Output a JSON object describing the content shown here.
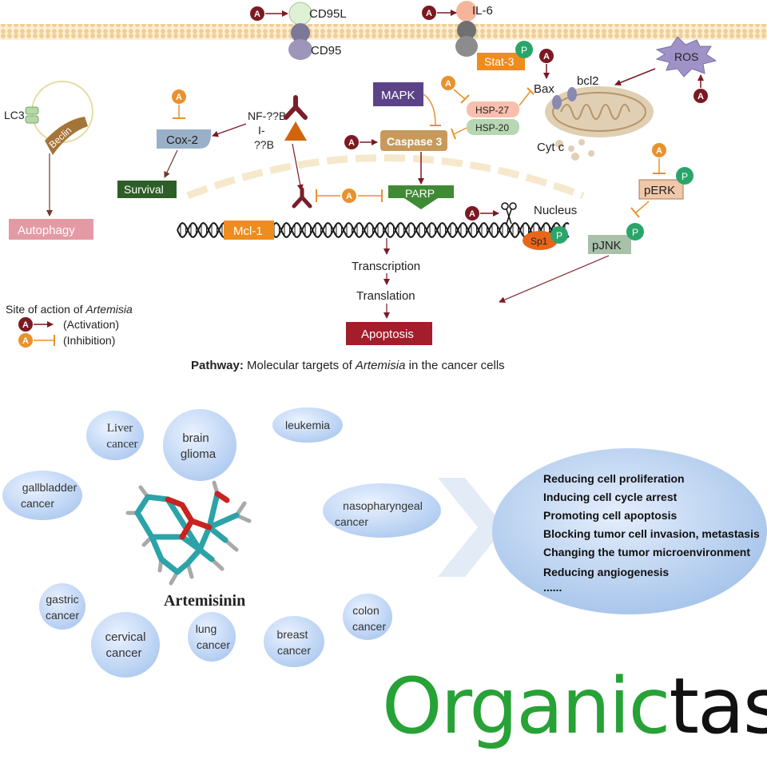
{
  "pathway": {
    "cd95l": "CD95L",
    "cd95": "CD95",
    "il6": "IL-6",
    "stat3": "Stat-3",
    "ros": "ROS",
    "bax": "Bax",
    "bcl2": "bcl2",
    "mapk": "MAPK",
    "hsp27": "HSP-27",
    "hsp20": "HSP-20",
    "caspase3": "Caspase 3",
    "cytc": "Cyt c",
    "lc3": "LC3",
    "beclin": "Beclin",
    "autophagy": "Autophagy",
    "cox2": "Cox-2",
    "survival": "Survival",
    "nfkb": "NF-??B",
    "ikb_1": "I-",
    "ikb_2": "??B",
    "parp": "PARP",
    "mcl1": "Mcl-1",
    "sp1": "Sp1",
    "nucleus": "Nucleus",
    "perk": "pERK",
    "pjnk": "pJNK",
    "transcription": "Transcription",
    "translation": "Translation",
    "apoptosis": "Apoptosis",
    "p": "P",
    "a": "A"
  },
  "legend": {
    "title_prefix": "Site of action of ",
    "title_em": "Artemisia",
    "activation": "(Activation)",
    "inhibition": "(Inhibition)"
  },
  "caption": {
    "bold": "Pathway:",
    "text": " Molecular targets of ",
    "em": "Artemisia",
    "tail": " in the cancer cells"
  },
  "cancers": {
    "liver_1": "Liver",
    "liver_2": "cancer",
    "brain_1": "brain",
    "brain_2": "glioma",
    "leukemia": "leukemia",
    "gallbladder_1": "gallbladder",
    "gallbladder_2": "cancer",
    "naso_1": "nasopharyngeal",
    "naso_2": "cancer",
    "gastric_1": "gastric",
    "gastric_2": "cancer",
    "cervical_1": "cervical",
    "cervical_2": "cancer",
    "lung_1": "lung",
    "lung_2": "cancer",
    "breast_1": "breast",
    "breast_2": "cancer",
    "colon_1": "colon",
    "colon_2": "cancer"
  },
  "molecule_label": "Artemisinin",
  "effects": [
    "Reducing cell proliferation",
    "Inducing cell cycle arrest",
    "Promoting cell apoptosis",
    "Blocking tumor cell invasion, metastasis",
    "Changing the tumor microenvironment",
    "Reducing angiogenesis",
    "......"
  ],
  "logo": {
    "green": "Organic",
    "dark": "tas"
  },
  "colors": {
    "activation": "#7b1a22",
    "inhibition": "#e8922e",
    "phospho": "#2aa56a",
    "apoptosis": "#a31d2b",
    "survival": "#2e5e27",
    "autophagy": "#e49aa4",
    "bubble": "#c6d9f4",
    "logo_green": "#27a236"
  }
}
